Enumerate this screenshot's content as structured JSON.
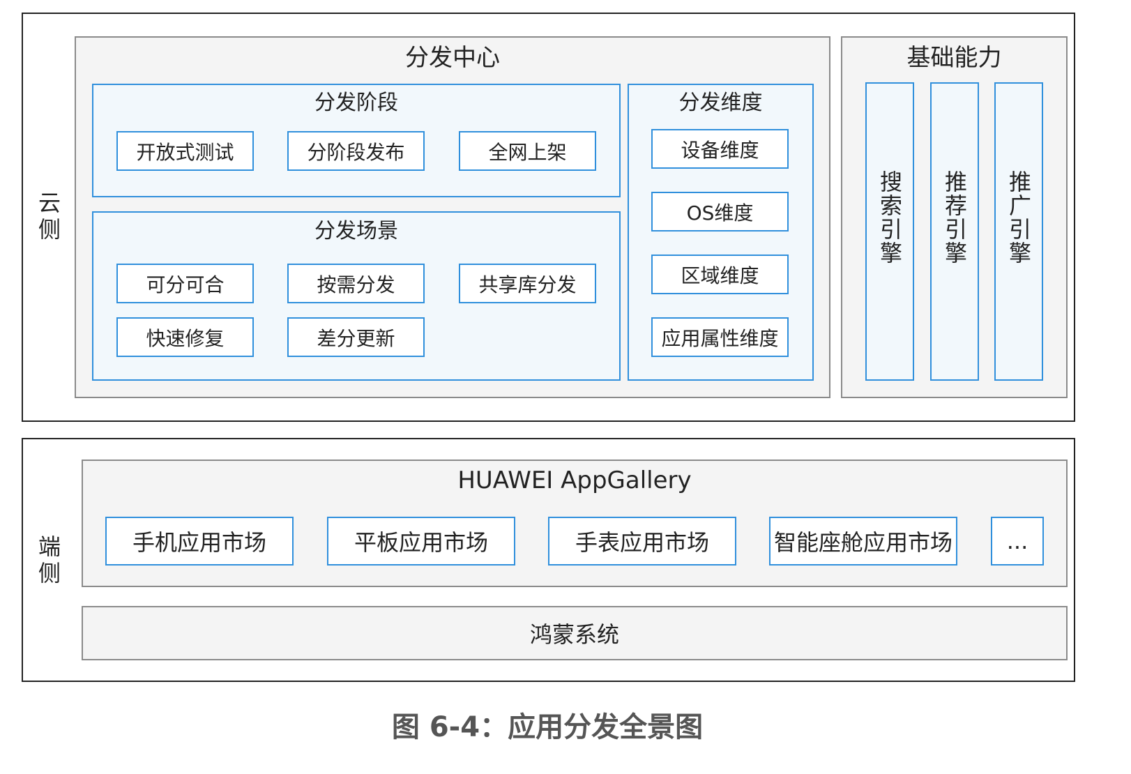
{
  "cloud": {
    "side_label": [
      "云",
      "侧"
    ],
    "distribution_center": {
      "title": "分发中心",
      "stages": {
        "title": "分发阶段",
        "items": [
          "开放式测试",
          "分阶段发布",
          "全网上架"
        ]
      },
      "scenarios": {
        "title": "分发场景",
        "items": [
          "可分可合",
          "按需分发",
          "共享库分发",
          "快速修复",
          "差分更新"
        ]
      },
      "dimensions": {
        "title": "分发维度",
        "items": [
          "设备维度",
          "OS维度",
          "区域维度",
          "应用属性维度"
        ]
      }
    },
    "base_capability": {
      "title": "基础能力",
      "items": [
        "搜索引擎",
        "推荐引擎",
        "推广引擎"
      ]
    }
  },
  "device": {
    "side_label": [
      "端",
      "侧"
    ],
    "appgallery": {
      "title": "HUAWEI AppGallery",
      "items": [
        "手机应用市场",
        "平板应用市场",
        "手表应用市场",
        "智能座舱应用市场",
        "..."
      ]
    },
    "os": "鸿蒙系统"
  },
  "caption": "图 6-4：应用分发全景图"
}
